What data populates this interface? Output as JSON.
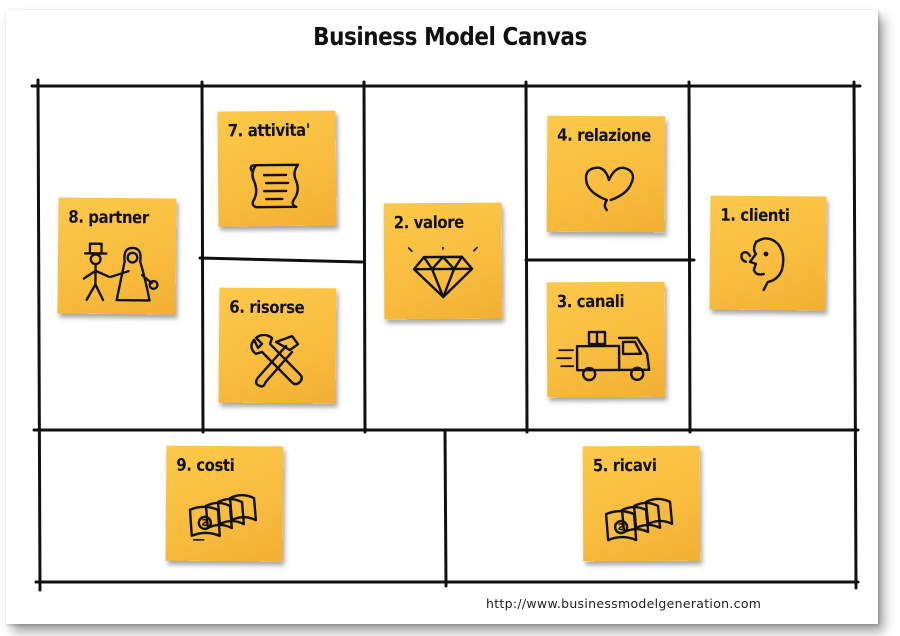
{
  "title": "Business Model Canvas",
  "footer_url": "http://www.businessmodelgeneration.com",
  "note_color": "#f9c142",
  "blocks": {
    "partner": {
      "label": "8. partner",
      "icon": "bride-groom-icon"
    },
    "attivita": {
      "label": "7. attivita'",
      "icon": "scroll-icon"
    },
    "risorse": {
      "label": "6. risorse",
      "icon": "wrench-hammer-icon"
    },
    "valore": {
      "label": "2. valore",
      "icon": "diamond-icon"
    },
    "relazione": {
      "label": "4. relazione",
      "icon": "heart-icon"
    },
    "canali": {
      "label": "3. canali",
      "icon": "delivery-truck-icon"
    },
    "clienti": {
      "label": "1. clienti",
      "icon": "face-profile-icon"
    },
    "costi": {
      "label": "9. costi",
      "icon": "money-bills-icon"
    },
    "ricavi": {
      "label": "5. ricavi",
      "icon": "money-bills-icon"
    }
  }
}
